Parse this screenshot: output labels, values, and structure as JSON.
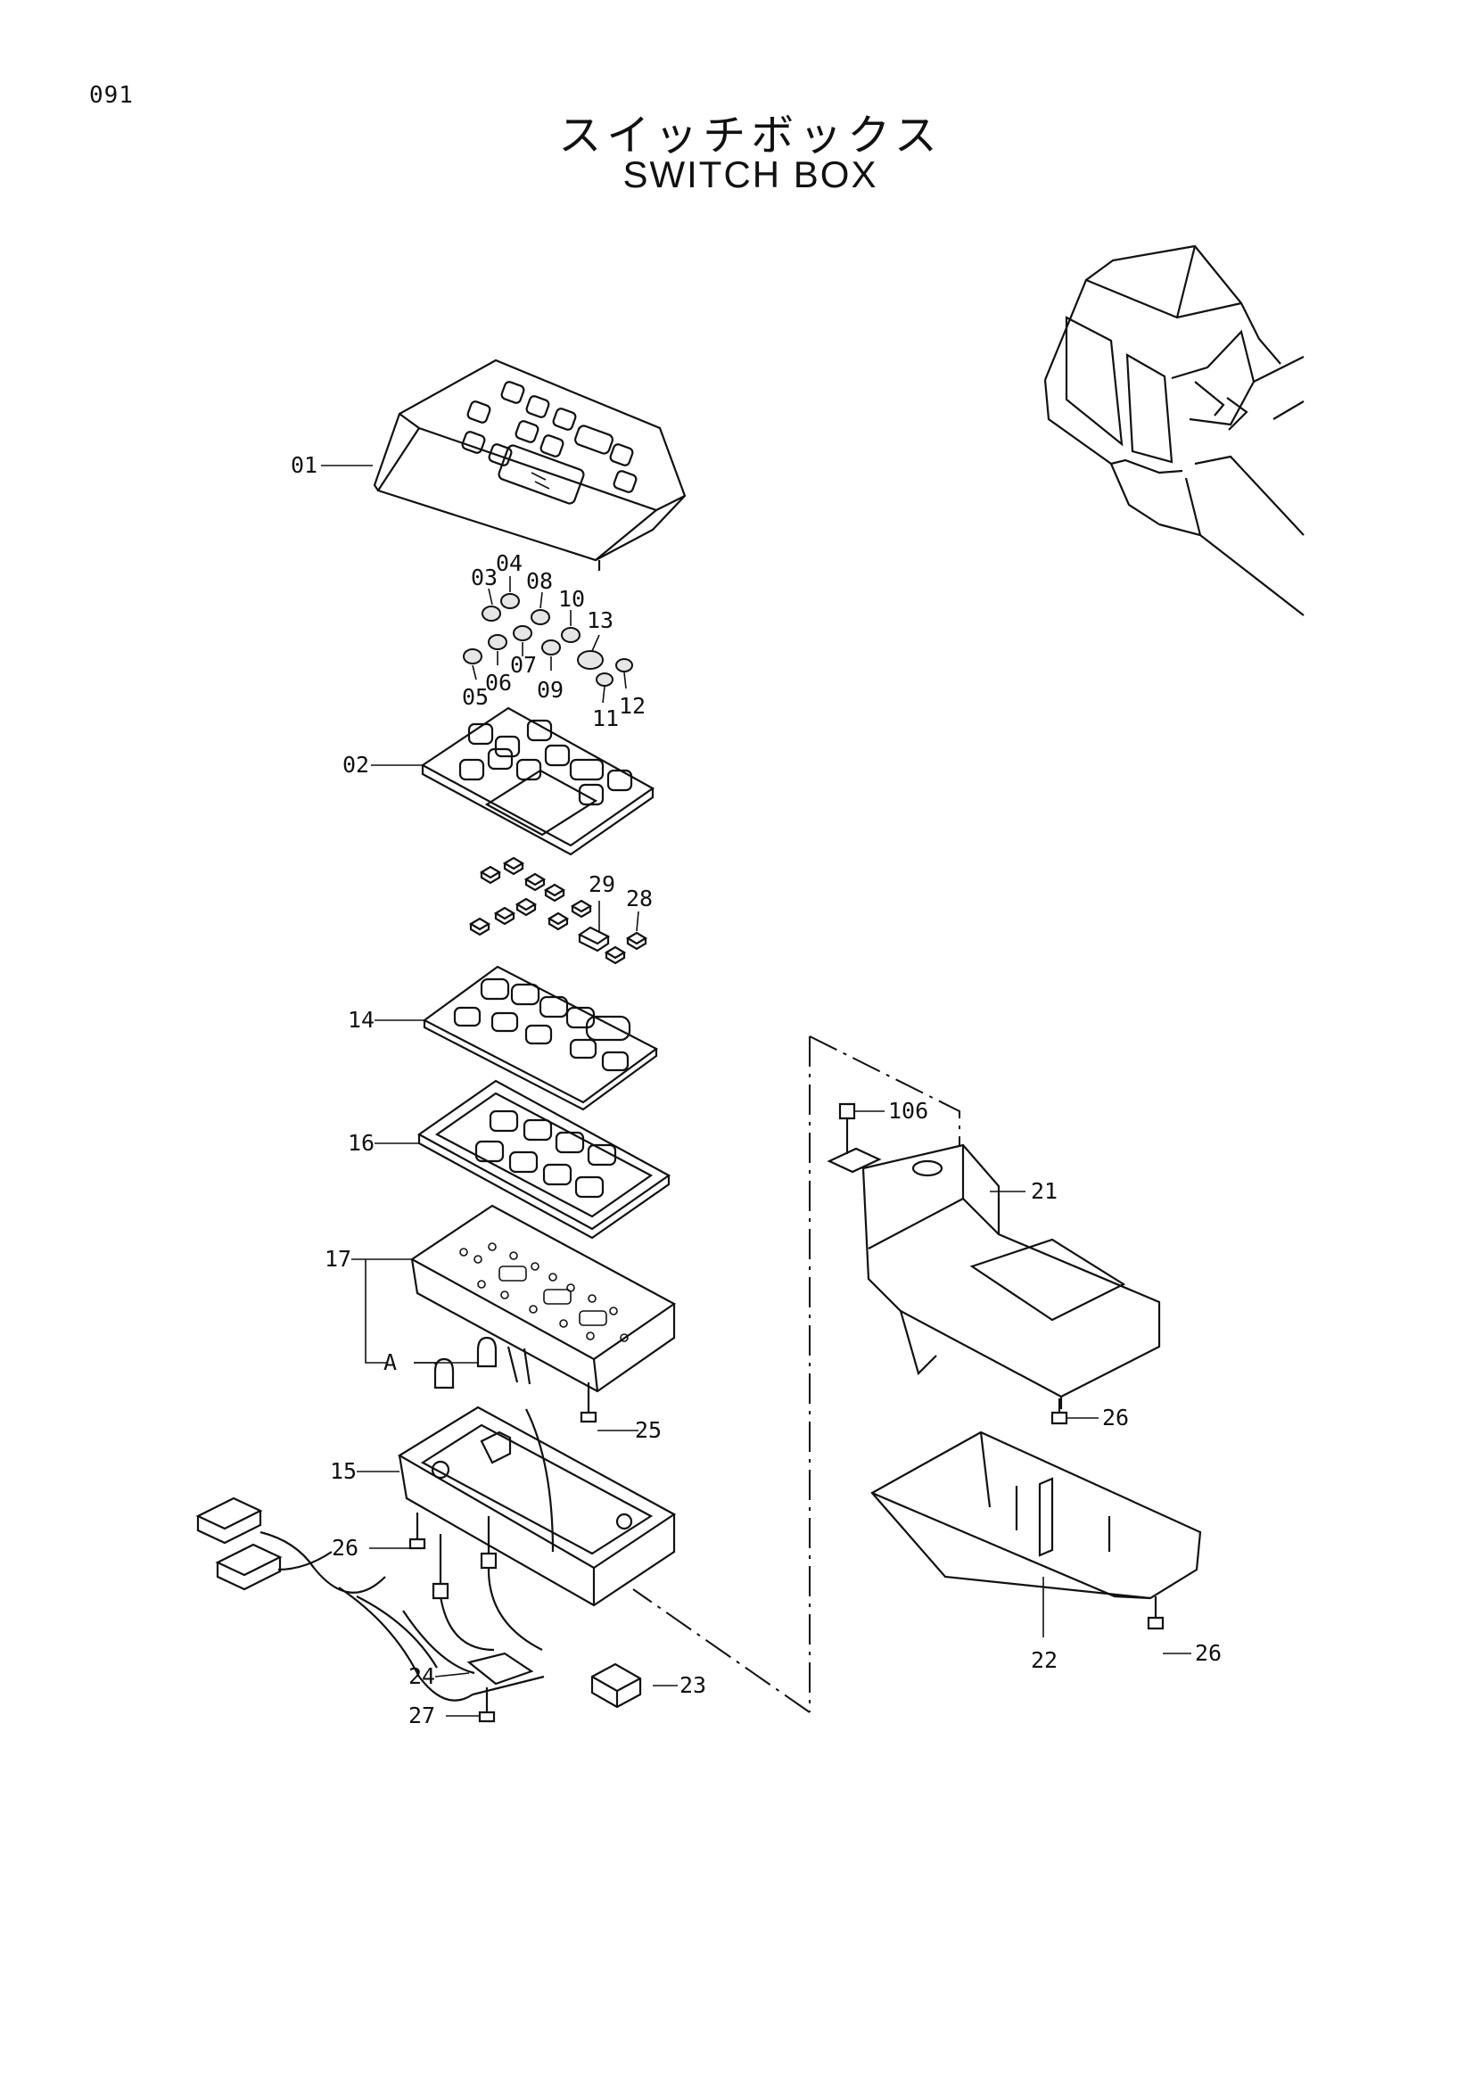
{
  "page": {
    "number": "091"
  },
  "title": {
    "japanese": "スイッチボックス",
    "english": "SWITCH BOX"
  },
  "callouts": {
    "p01": "01",
    "p02": "02",
    "p03": "03",
    "p04": "04",
    "p05": "05",
    "p06": "06",
    "p07": "07",
    "p08": "08",
    "p09": "09",
    "p10": "10",
    "p11": "11",
    "p12": "12",
    "p13": "13",
    "p14": "14",
    "p15": "15",
    "p16": "16",
    "p17": "17",
    "p21": "21",
    "p22": "22",
    "p23": "23",
    "p24": "24",
    "p25": "25",
    "p26a": "26",
    "p26b": "26",
    "p26c": "26",
    "p27": "27",
    "p28": "28",
    "p29": "29",
    "p106": "106",
    "pA": "A"
  }
}
